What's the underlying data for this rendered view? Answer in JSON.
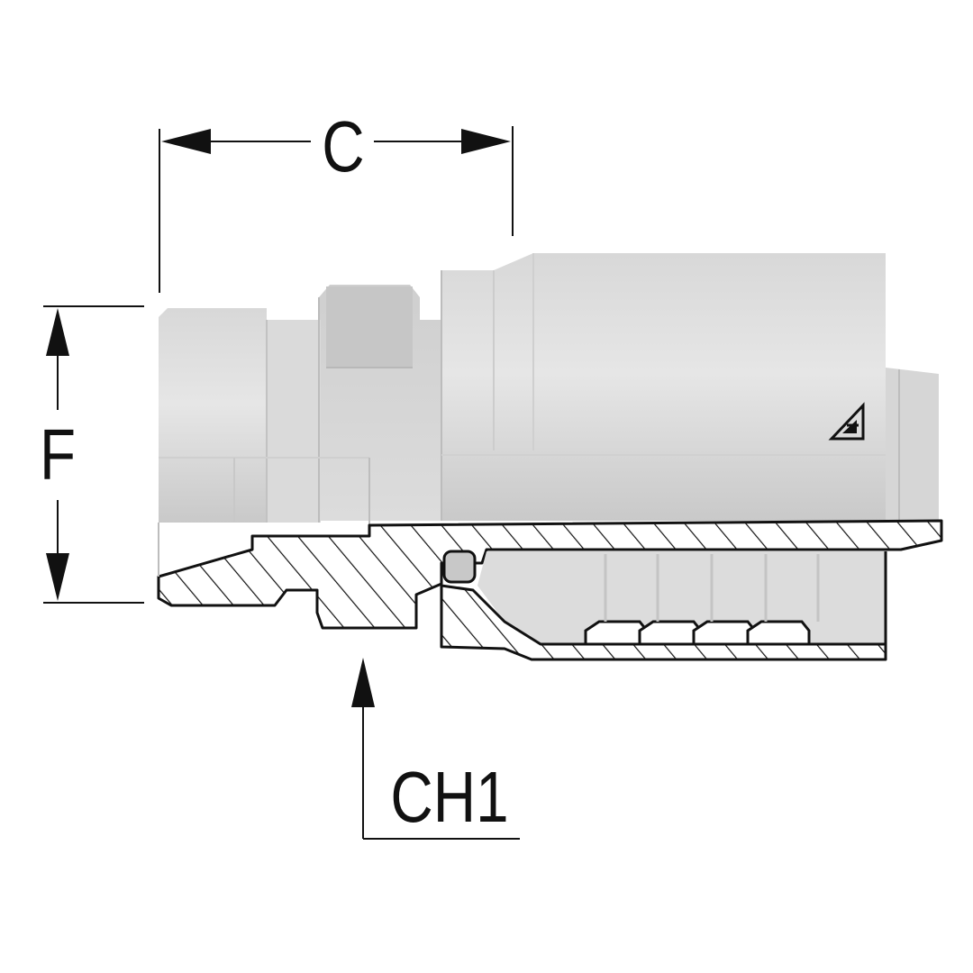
{
  "dimensions": {
    "c_label": "C",
    "f_label": "F",
    "ch1_label": "CH1"
  },
  "colors": {
    "line": "#111111",
    "body_light": "#e4e4e4",
    "body_mid": "#d2d2d2",
    "body_dark": "#bdbdbd",
    "section_fill": "#ffffff"
  },
  "icons": {
    "brand_mark": "triangle-logo-icon"
  }
}
